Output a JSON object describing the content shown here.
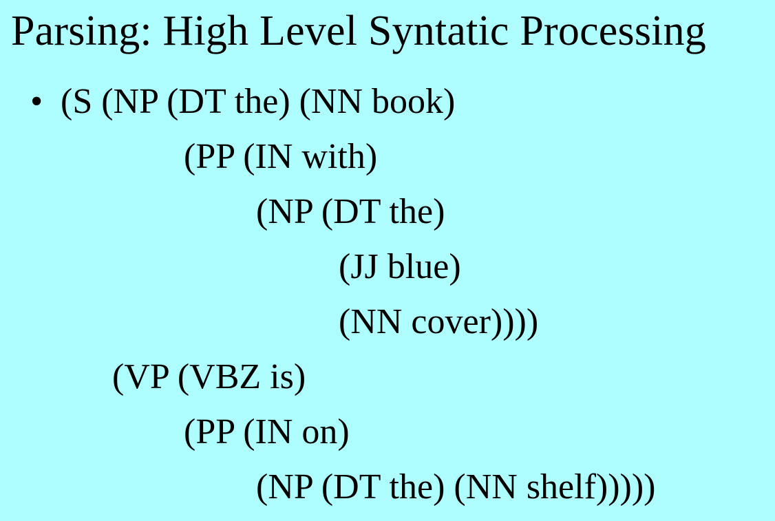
{
  "slide": {
    "title": "Parsing: High Level Syntatic Processing",
    "bullet": "•",
    "parse_lines": [
      "(S (NP (DT the) (NN book)",
      "(PP (IN with)",
      "(NP (DT the)",
      "(JJ blue)",
      "(NN cover))))",
      "(VP (VBZ is)",
      "(PP (IN on)",
      "(NP (DT the) (NN shelf)))))"
    ]
  },
  "colors": {
    "background": "#aefdff",
    "text": "#000000"
  }
}
